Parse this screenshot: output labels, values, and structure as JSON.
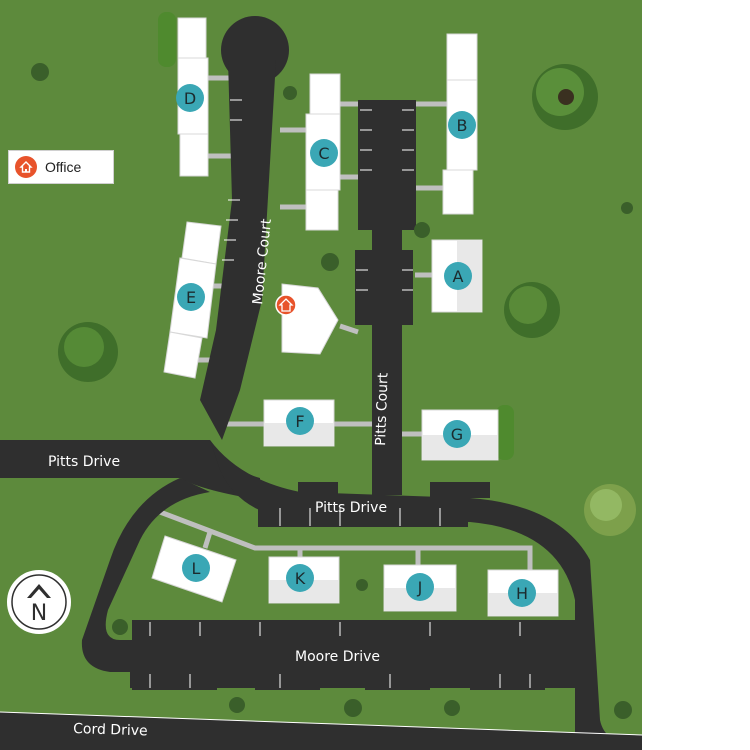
{
  "map": {
    "colors": {
      "grass": "#5d8a3c",
      "grass_light": "#6b9647",
      "road": "#2f2f2f",
      "road_edge": "#4a4a4a",
      "building": "#ffffff",
      "building_shade": "#e3e3e3",
      "marker": "#3aa7b5",
      "marker_text": "#1c2b2e",
      "office_icon": "#e8532b",
      "walkway": "#bfbfbf"
    },
    "legend": {
      "office_label": "Office",
      "icon": "house-icon"
    },
    "compass_label": "N",
    "roads": {
      "moore_court": "Moore Court",
      "pitts_court": "Pitts Court",
      "pitts_drive_west": "Pitts Drive",
      "pitts_drive_center": "Pitts Drive",
      "moore_drive": "Moore Drive",
      "cord_drive": "Cord Drive"
    },
    "buildings": {
      "A": "A",
      "B": "B",
      "C": "C",
      "D": "D",
      "E": "E",
      "F": "F",
      "G": "G",
      "H": "H",
      "J": "J",
      "K": "K",
      "L": "L"
    }
  }
}
